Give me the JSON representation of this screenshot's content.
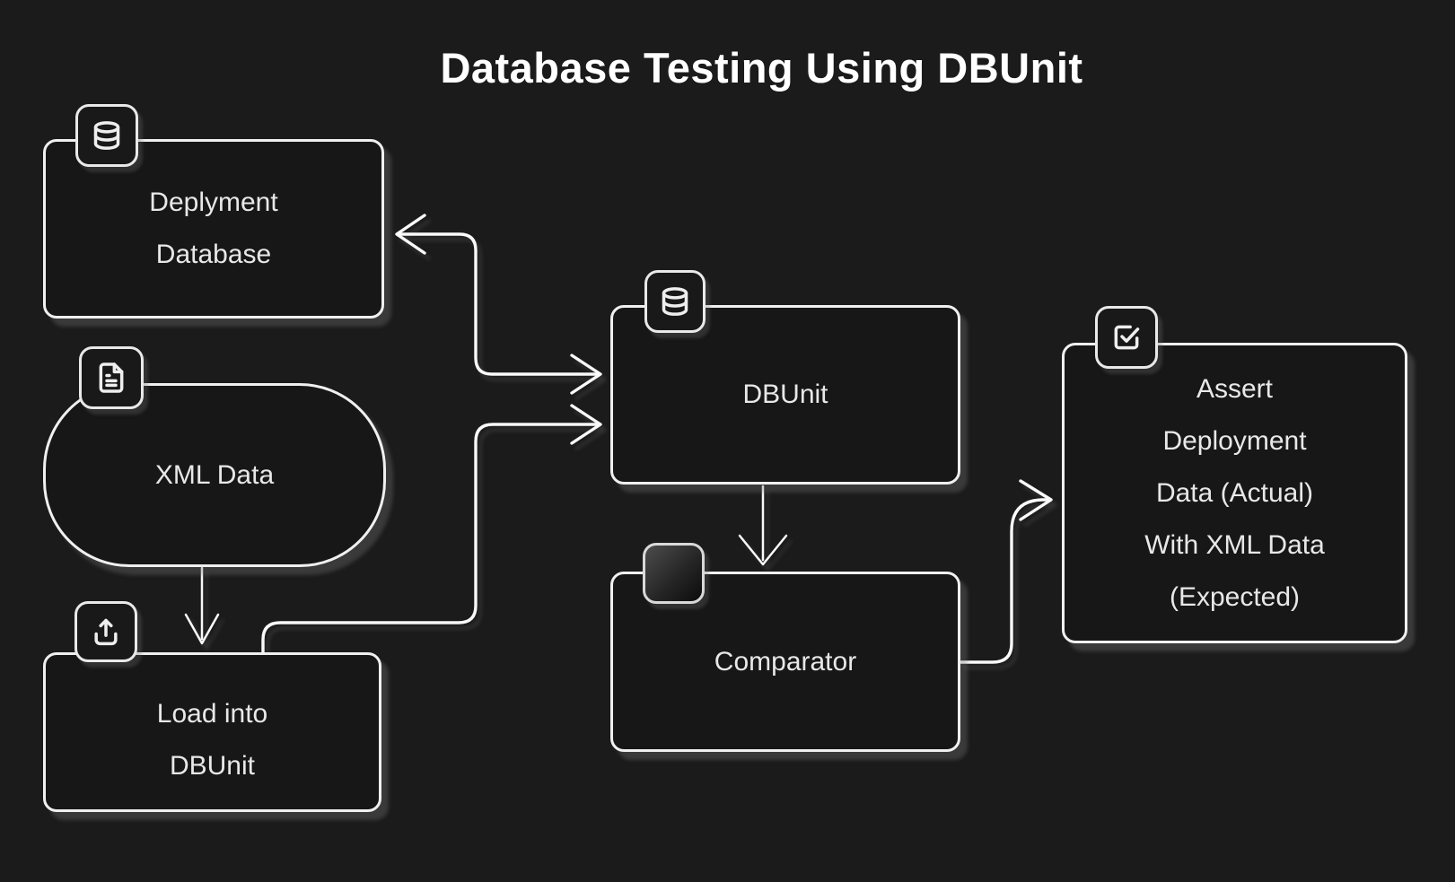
{
  "title": "Database Testing Using DBUnit",
  "colors": {
    "background": "#1b1b1b",
    "node_fill": "#171717",
    "stroke": "#f0f0f0",
    "edge_stroke": "#fafafa",
    "text": "#e8e8e8",
    "title_text": "#ffffff",
    "shadow": "#7d7d7d"
  },
  "nodes": {
    "deployment_database": {
      "label": "Deplyment\nDatabase",
      "icon": "database-icon"
    },
    "xml_data": {
      "label": "XML Data",
      "icon": "file-text-icon"
    },
    "load_into_dbunit": {
      "label": "Load into\nDBUnit",
      "icon": "upload-icon"
    },
    "dbunit": {
      "label": "DBUnit",
      "icon": "database-icon"
    },
    "comparator": {
      "label": "Comparator",
      "icon": "filled-square-badge"
    },
    "assert_deployment": {
      "label": "Assert\nDeployment\nData (Actual)\nWith XML Data\n(Expected)",
      "icon": "check-square-icon"
    }
  },
  "edges": [
    {
      "id": "dbunit-deployment-database",
      "from": "dbunit",
      "to": "deployment_database",
      "bidirectional": true
    },
    {
      "id": "load-into-dbunit-to-dbunit",
      "from": "load_into_dbunit",
      "to": "dbunit",
      "bidirectional": false
    },
    {
      "id": "xml-data-to-load-into-dbunit",
      "from": "xml_data",
      "to": "load_into_dbunit",
      "bidirectional": false
    },
    {
      "id": "dbunit-to-comparator",
      "from": "dbunit",
      "to": "comparator",
      "bidirectional": false
    },
    {
      "id": "comparator-to-assert",
      "from": "comparator",
      "to": "assert_deployment",
      "bidirectional": false
    }
  ]
}
